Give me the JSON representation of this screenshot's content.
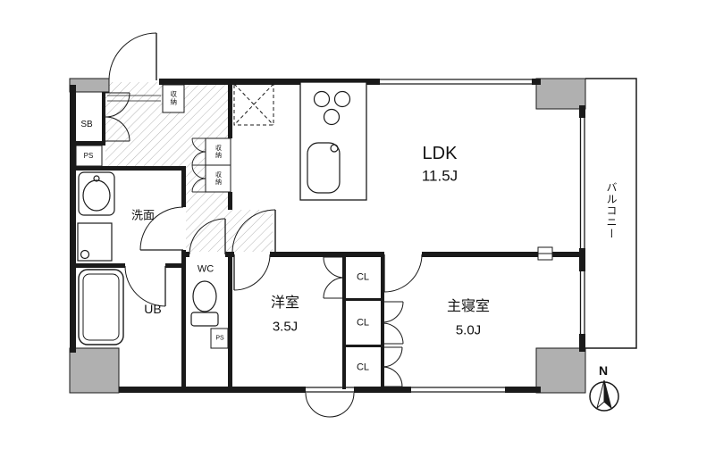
{
  "plan": {
    "type": "apartment-floorplan",
    "rooms": {
      "ldk": {
        "label": "LDK",
        "size": "11.5J"
      },
      "western": {
        "label": "洋室",
        "size": "3.5J"
      },
      "bedroom": {
        "label": "主寝室",
        "size": "5.0J"
      },
      "washroom": {
        "label": "洗面"
      },
      "bath": {
        "label": "UB"
      },
      "wc": {
        "label": "WC"
      },
      "balcony": {
        "label": "バルコニー"
      },
      "shoebox": {
        "label": "SB"
      }
    },
    "storage": {
      "cl1": "CL",
      "cl2": "CL",
      "cl3": "CL",
      "shuno_top": "収納",
      "shuno_upper": "収納",
      "shuno_lower": "収納"
    },
    "utility": {
      "ps_left": "PS",
      "ps_wc": "PS"
    },
    "compass": {
      "north": "N"
    },
    "colors": {
      "wall": "#1a1a1a",
      "pillar": "#b0b0b0",
      "hatch": "#b5b5b5",
      "background": "#ffffff"
    }
  }
}
